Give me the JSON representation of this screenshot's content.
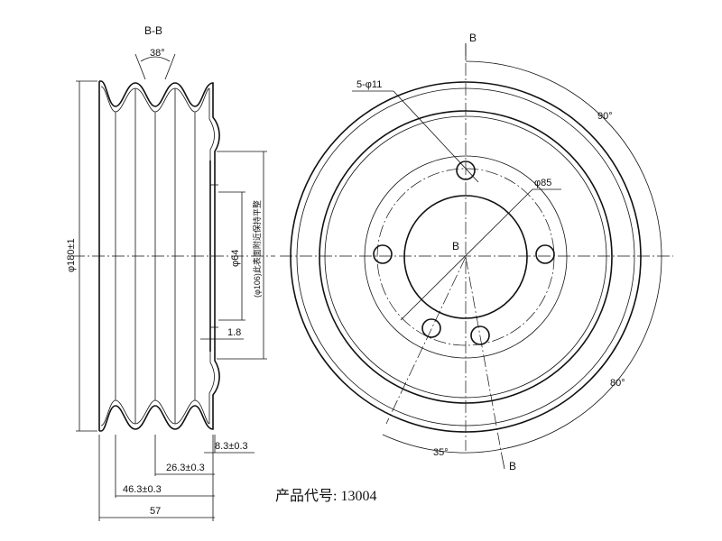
{
  "section_label": "B-B",
  "groove_angle": "38°",
  "dims": {
    "outer_diameter": "φ180±1",
    "d64": "φ64",
    "d106_note": "(φ106)此表面附近保持平整",
    "thickness": "1.8",
    "d8_3": "8.3±0.3",
    "d26_3": "26.3±0.3",
    "d46_3": "46.3±0.3",
    "width": "57"
  },
  "front_view": {
    "holes": "5-φ11",
    "pcd": "φ85",
    "center_label": "B",
    "section_top": "B",
    "section_bottom": "B",
    "angle_90": "90°",
    "angle_80": "80°",
    "angle_35": "35°"
  },
  "product_code_text": "产品代号: 13004"
}
